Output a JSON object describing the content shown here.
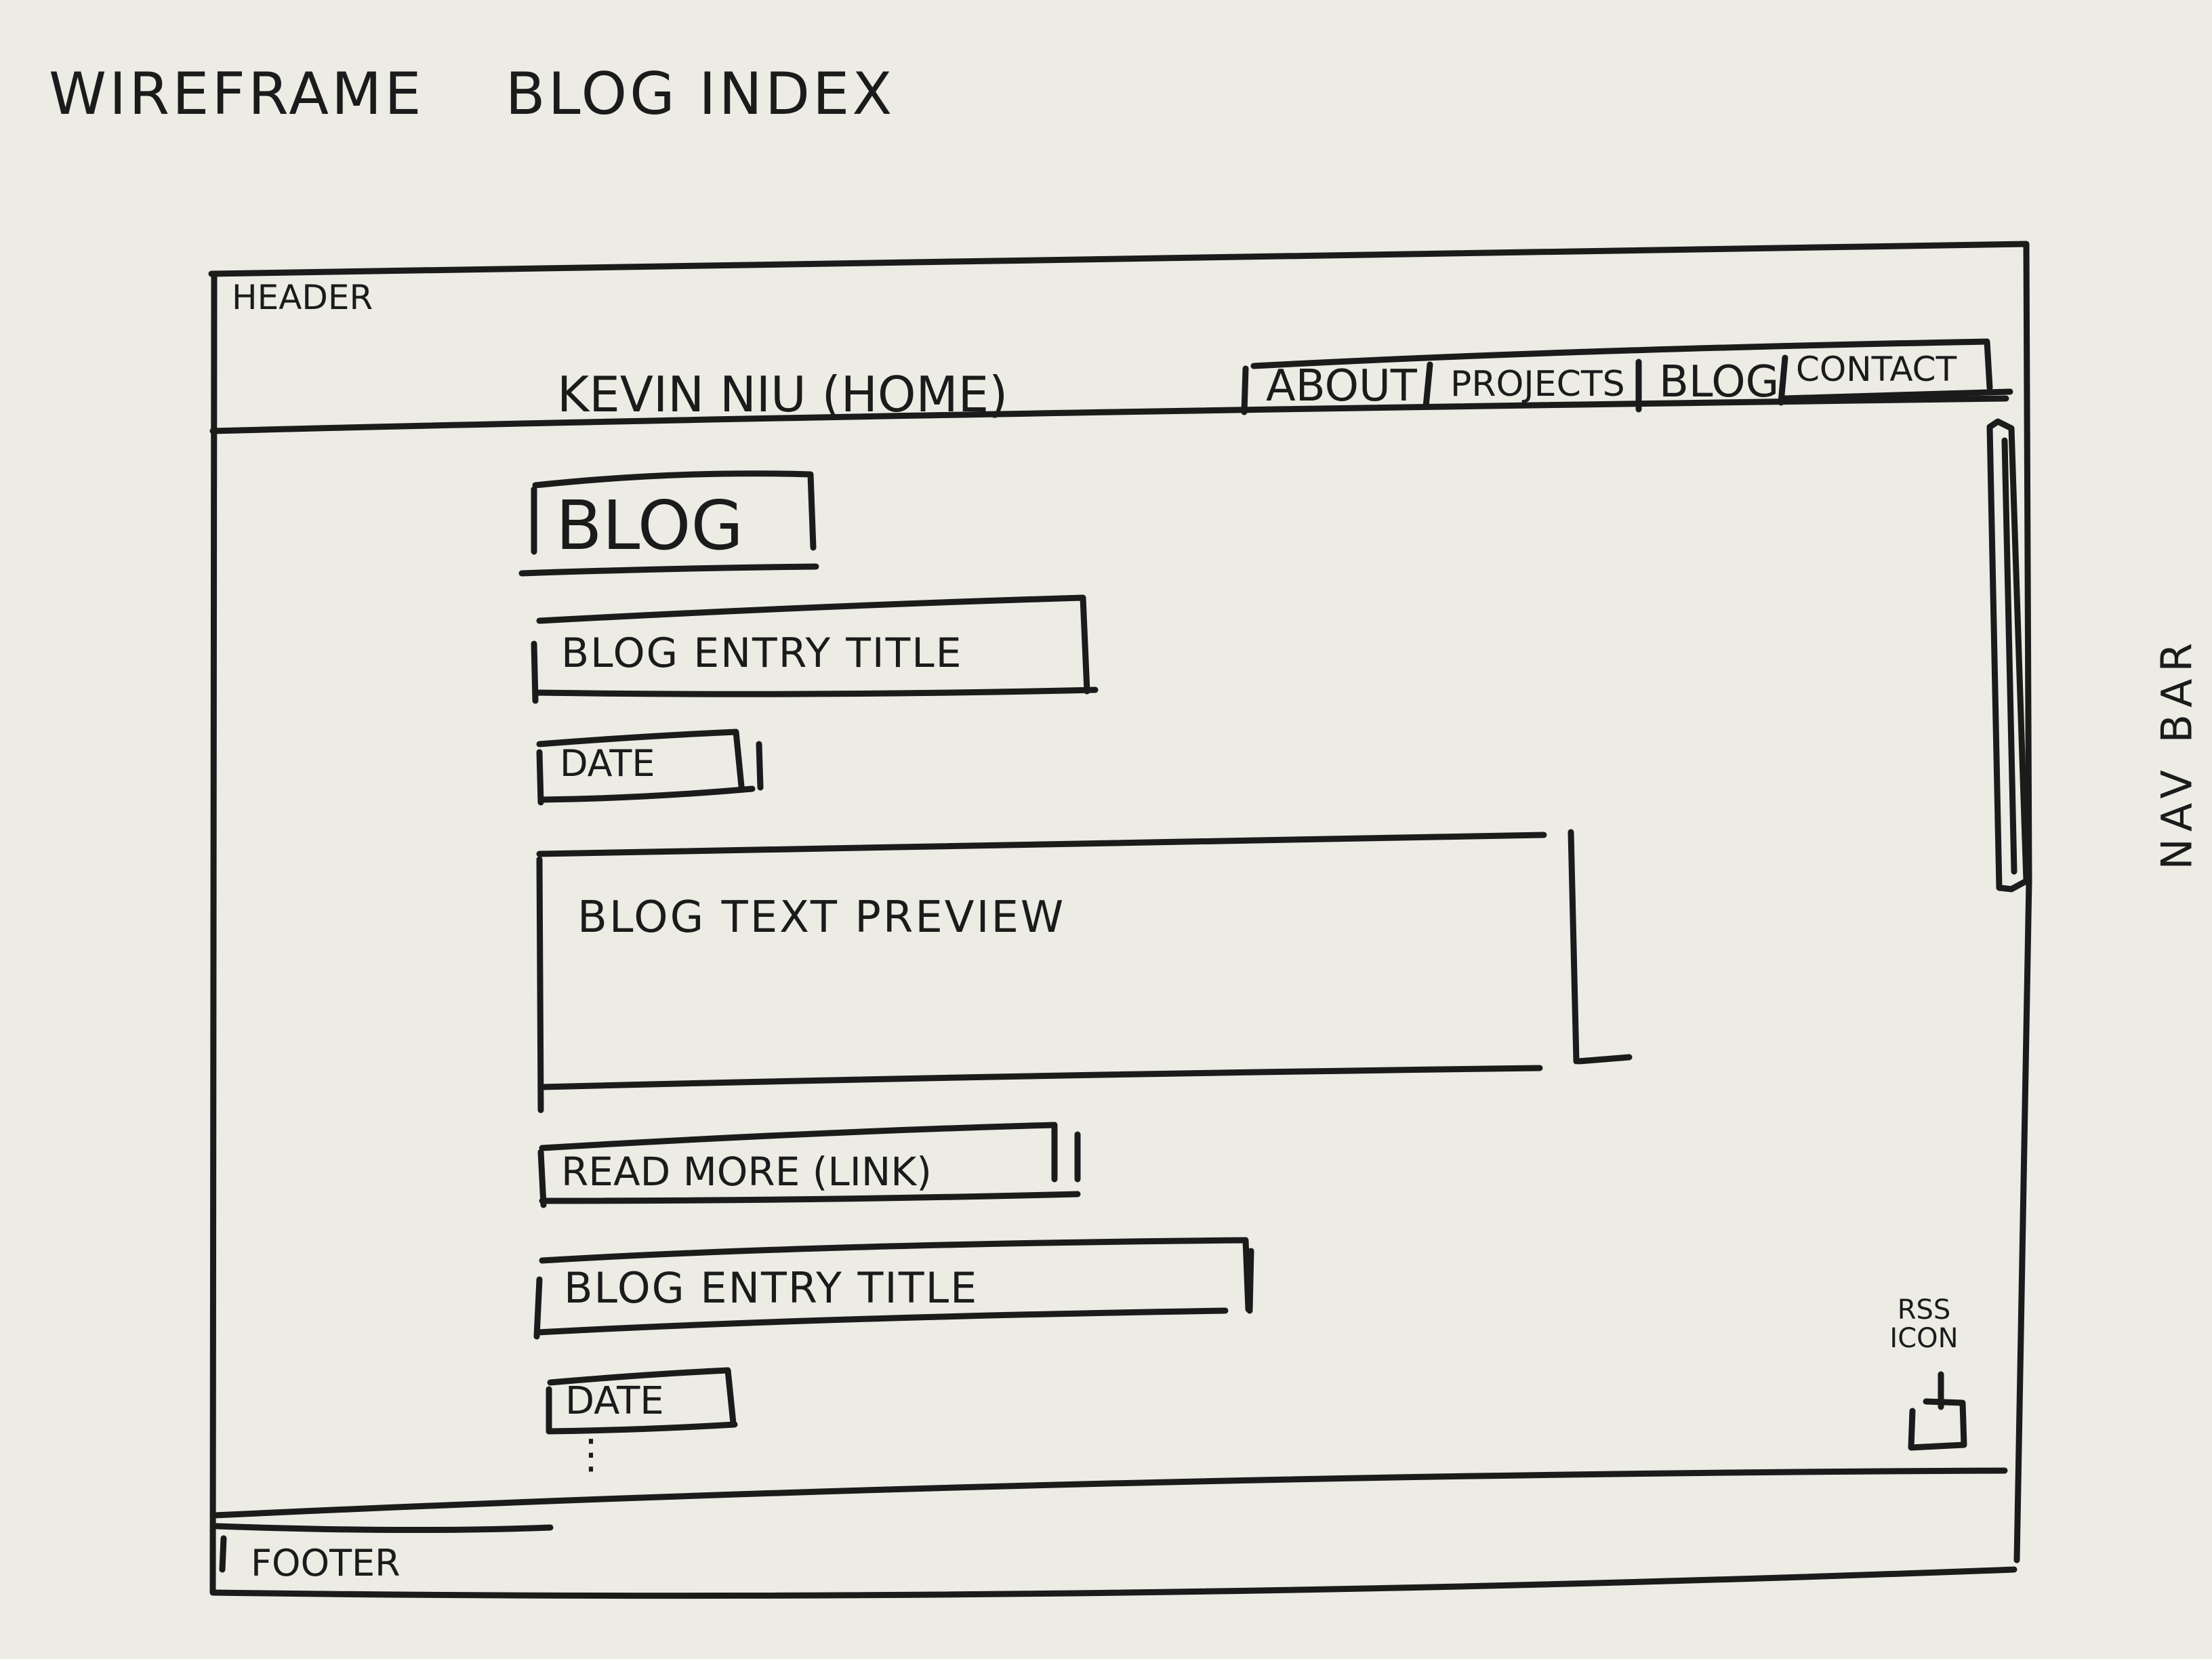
{
  "page_title": [
    "WIREFRAME",
    "BLOG INDEX"
  ],
  "header": {
    "label": "HEADER",
    "home_link": "KEVIN NIU (HOME)",
    "nav": [
      "ABOUT",
      "PROJECTS",
      "BLOG",
      "CONTACT"
    ]
  },
  "sidebar": {
    "label": "NAV BAR"
  },
  "main": {
    "heading": "BLOG",
    "entries": [
      {
        "title": "BLOG ENTRY TITLE",
        "date": "DATE",
        "preview": "BLOG TEXT PREVIEW",
        "read_more": "READ MORE (LINK)"
      },
      {
        "title": "BLOG ENTRY TITLE",
        "date": "DATE"
      }
    ],
    "continuation": "⋮"
  },
  "rss": {
    "label": "RSS ICON"
  },
  "footer": {
    "label": "FOOTER"
  },
  "colors": {
    "paper": "#ecebe4",
    "ink": "#1b1b1b"
  },
  "icons": {
    "rss": "rss-icon"
  }
}
